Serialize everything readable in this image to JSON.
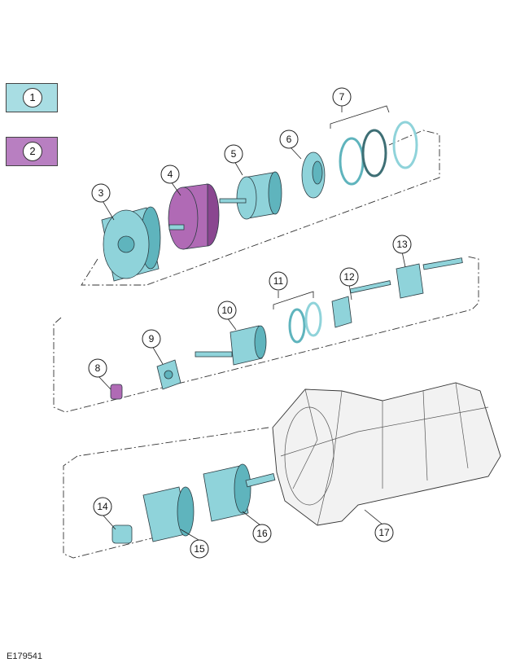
{
  "legend": [
    {
      "label": "1",
      "color": "#a8dde3"
    },
    {
      "label": "2",
      "color": "#b87fc1"
    }
  ],
  "callouts": [
    "3",
    "4",
    "5",
    "6",
    "7",
    "8",
    "9",
    "10",
    "11",
    "12",
    "13",
    "14",
    "15",
    "16",
    "17"
  ],
  "figure_id": "E179541",
  "colors": {
    "cyan": "#8fd3da",
    "purple": "#b06ab5",
    "background": "#ffffff"
  }
}
